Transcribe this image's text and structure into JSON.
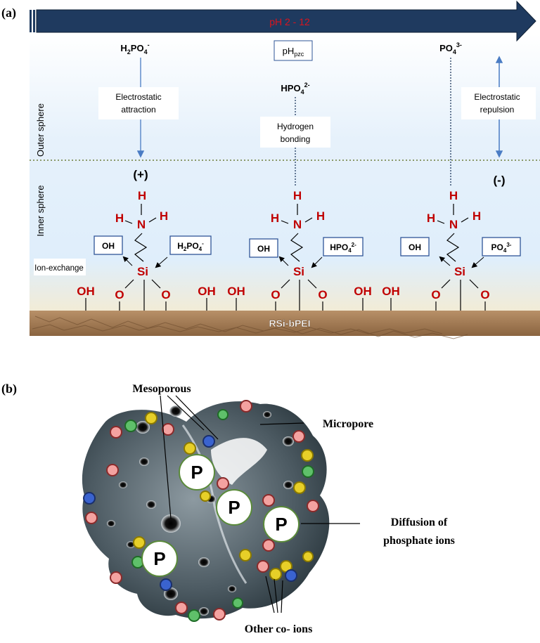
{
  "panel_a": {
    "label": "(a)",
    "ph_range": "pH 2 - 12",
    "outer_sphere": "Outer sphere",
    "inner_sphere": "Inner sphere",
    "species": {
      "h2po4": {
        "base": "H",
        "sub1": "2",
        "mid": "PO",
        "sub2": "4",
        "sup": "-"
      },
      "hpo4": {
        "base": "HPO",
        "sub": "4",
        "sup": "2-"
      },
      "po4": {
        "base": "PO",
        "sub": "4",
        "sup": "3-"
      },
      "phpzc": {
        "base": "pH",
        "sub": "pzc"
      }
    },
    "mechanisms": {
      "attraction_l1": "Electrostatic",
      "attraction_l2": "attraction",
      "hbond_l1": "Hydrogen",
      "hbond_l2": "bonding",
      "repulsion_l1": "Electrostatic",
      "repulsion_l2": "repulsion"
    },
    "charges": {
      "positive": "(+)",
      "negative": "(-)"
    },
    "atoms": {
      "h": "H",
      "n": "N",
      "si": "Si",
      "o": "O",
      "oh": "OH"
    },
    "ion_exchange": "Ion-exchange",
    "boxes": {
      "oh": "OH"
    },
    "substrate": "RSi-bPEI",
    "colors": {
      "arrow": "#1f3a5f",
      "ph_text": "#d9141e",
      "atom_red": "#c00000",
      "box_border": "#2f5597",
      "blue_line": "#4a7cc4"
    }
  },
  "panel_b": {
    "label": "(b)",
    "mesoporous": "Mesoporous",
    "micropore": "Micropore",
    "p": "P",
    "diffusion_l1": "Diffusion of",
    "diffusion_l2": "phosphate ions",
    "co_ions": "Other co- ions"
  }
}
